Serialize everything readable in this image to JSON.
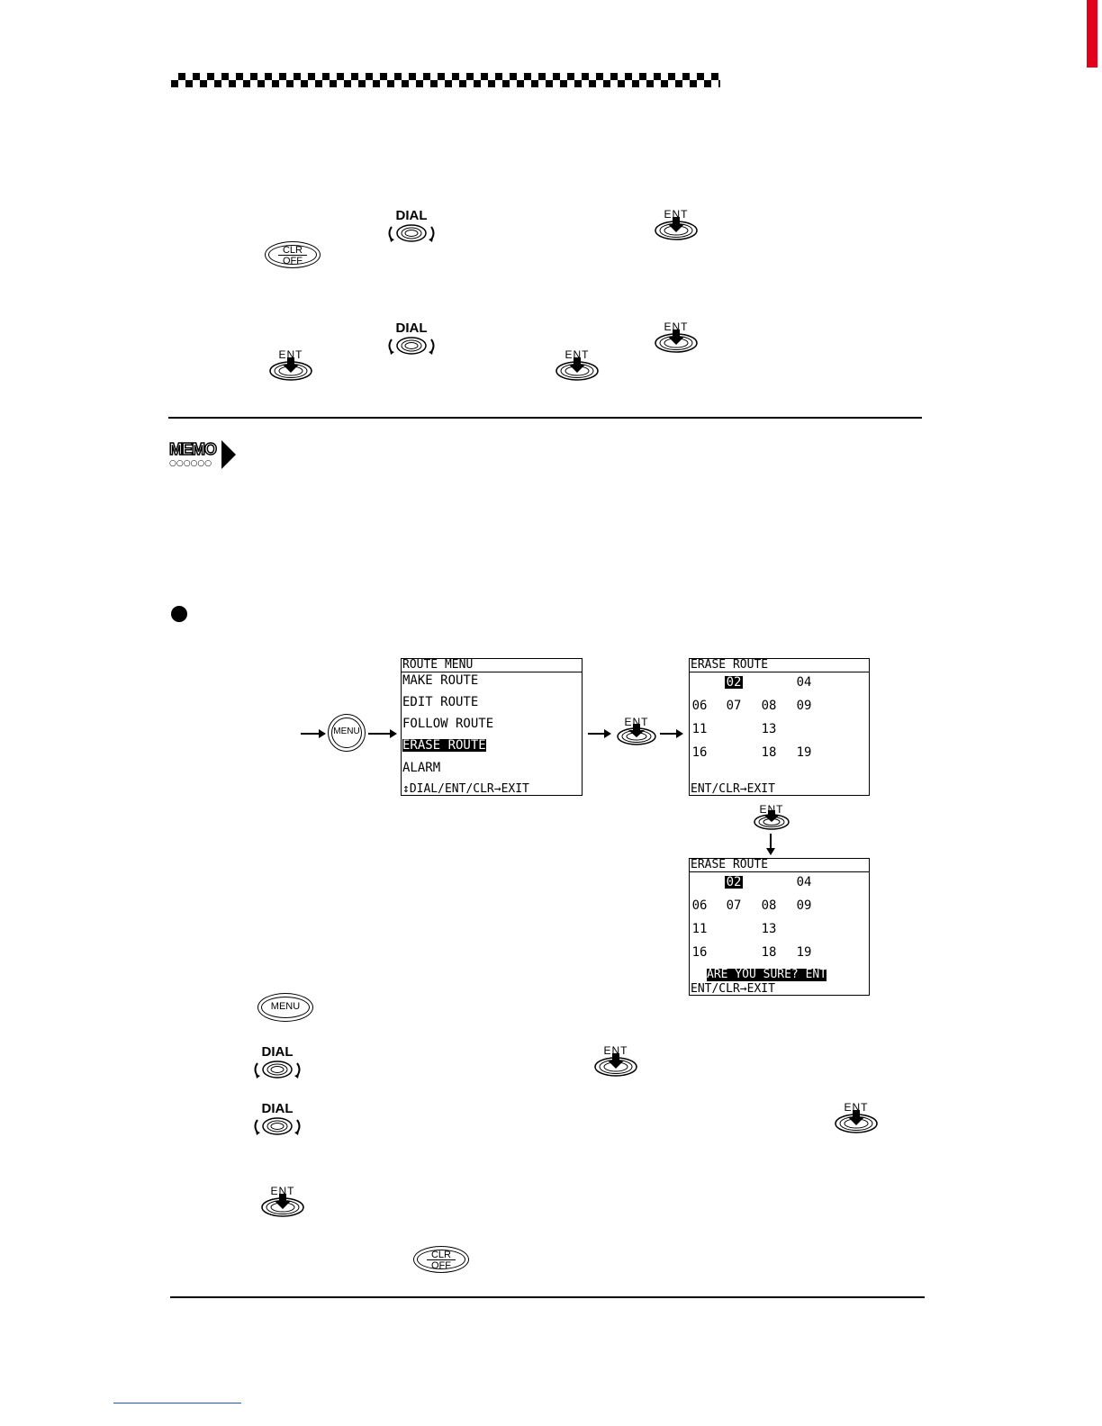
{
  "keys": {
    "dial_label": "DIAL",
    "ent_label": "ENT",
    "clr_top": "CLR",
    "clr_bottom": "OFF",
    "menu_label": "MENU"
  },
  "memo": {
    "word": "MEMO",
    "dots": "○○○○○○"
  },
  "route_menu": {
    "title": "ROUTE MENU",
    "items": [
      "MAKE ROUTE",
      "EDIT ROUTE",
      "FOLLOW ROUTE",
      "ERASE ROUTE",
      "ALARM"
    ],
    "footer": "↕DIAL/ENT/CLR→EXIT"
  },
  "erase_route_1": {
    "title": "ERASE ROUTE",
    "row1": [
      "",
      "02",
      "",
      "04"
    ],
    "row2": [
      "06",
      "07",
      "08",
      "09"
    ],
    "row3": [
      "11",
      "",
      "13",
      ""
    ],
    "row4": [
      "16",
      "",
      "18",
      "19"
    ],
    "footer": "ENT/CLR→EXIT"
  },
  "erase_route_2": {
    "title": "ERASE ROUTE",
    "row1": [
      "",
      "02",
      "",
      "04"
    ],
    "row2": [
      "06",
      "07",
      "08",
      "09"
    ],
    "row3": [
      "11",
      "",
      "13",
      ""
    ],
    "row4": [
      "16",
      "",
      "18",
      "19"
    ],
    "confirm": "ARE YOU SURE? ENT",
    "footer": "ENT/CLR→EXIT"
  },
  "colors": {
    "accent_red": "#e3001b",
    "link_blue": "#2255cc"
  }
}
